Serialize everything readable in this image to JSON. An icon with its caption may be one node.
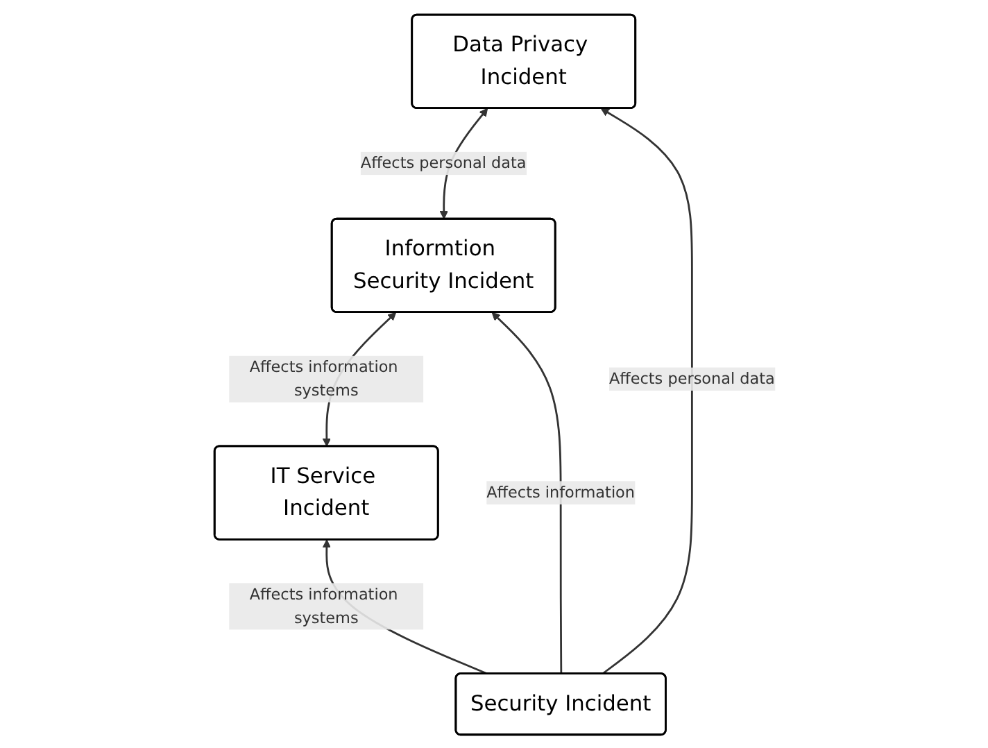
{
  "diagram": {
    "nodes": [
      {
        "text": [
          "IT Service Incident"
        ]
      },
      {
        "text": [
          "Informtion Security Incident"
        ]
      },
      {
        "text": [
          "Security Incident"
        ]
      },
      {
        "text": [
          "Data Privacy Incident"
        ]
      }
    ],
    "edges": [
      {
        "from": 0,
        "to": 1,
        "arrow": "both",
        "label": "Affects information systems"
      },
      {
        "from": 2,
        "to": 0,
        "arrow": "to",
        "label": "Affects information systems"
      },
      {
        "from": 2,
        "to": 1,
        "arrow": "to",
        "label": "Affects information"
      },
      {
        "from": 1,
        "to": 3,
        "arrow": "both",
        "label": "Affects personal data"
      },
      {
        "from": 2,
        "to": 3,
        "arrow": "to",
        "label": "Affects personal data"
      }
    ]
  }
}
